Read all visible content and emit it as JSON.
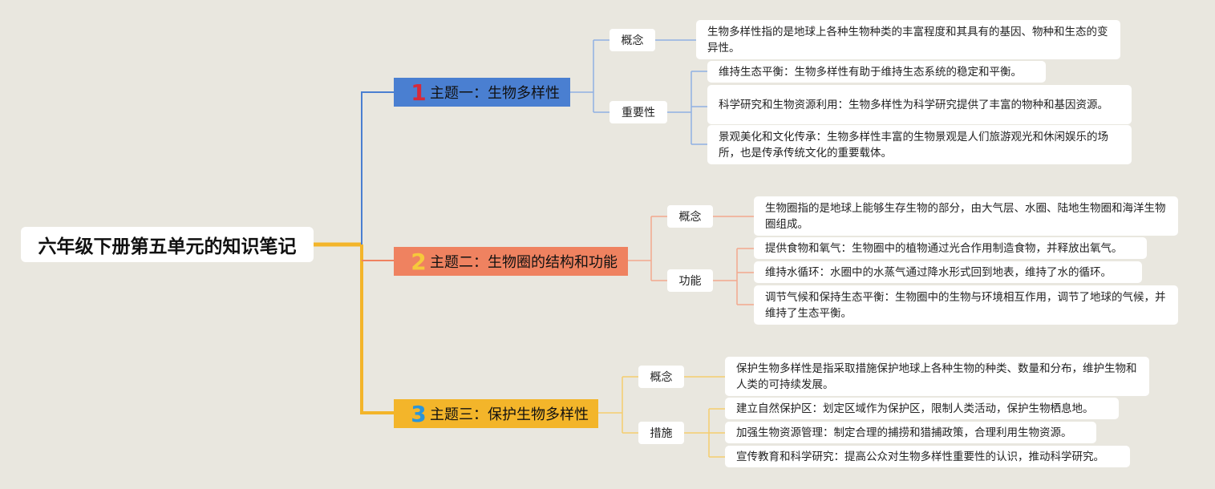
{
  "root": {
    "title": "六年级下册第五单元的知识笔记"
  },
  "topics": [
    {
      "number": "1",
      "title": "主题一：生物多样性",
      "concept_label": "概念",
      "concept_text": "生物多样性指的是地球上各种生物种类的丰富程度和其具有的基因、物种和生态的变异性。",
      "group_label": "重要性",
      "items": [
        "维持生态平衡：生物多样性有助于维持生态系统的稳定和平衡。",
        "科学研究和生物资源利用：生物多样性为科学研究提供了丰富的物种和基因资源。",
        "景观美化和文化传承：生物多样性丰富的生物景观是人们旅游观光和休闲娱乐的场所，也是传承传统文化的重要载体。"
      ]
    },
    {
      "number": "2",
      "title": "主题二：生物圈的结构和功能",
      "concept_label": "概念",
      "concept_text": "生物圈指的是地球上能够生存生物的部分，由大气层、水圈、陆地生物圈和海洋生物圈组成。",
      "group_label": "功能",
      "items": [
        "提供食物和氧气：生物圈中的植物通过光合作用制造食物，并释放出氧气。",
        "维持水循环：水圈中的水蒸气通过降水形式回到地表，维持了水的循环。",
        "调节气候和保持生态平衡：生物圈中的生物与环境相互作用，调节了地球的气候，并维持了生态平衡。"
      ]
    },
    {
      "number": "3",
      "title": "主题三：保护生物多样性",
      "concept_label": "概念",
      "concept_text": "保护生物多样性是指采取措施保护地球上各种生物的种类、数量和分布，维护生物和人类的可持续发展。",
      "group_label": "措施",
      "items": [
        "建立自然保护区：划定区域作为保护区，限制人类活动，保护生物栖息地。",
        "加强生物资源管理：制定合理的捕捞和猎捕政策，合理利用生物资源。",
        "宣传教育和科学研究：提高公众对生物多样性重要性的认识，推动科学研究。"
      ]
    }
  ],
  "colors": {
    "background": "#e9e7df",
    "trunk": "#f3b52a",
    "topic1": "#4a7fd1",
    "topic2": "#ef8260",
    "topic3": "#f3b52a"
  }
}
